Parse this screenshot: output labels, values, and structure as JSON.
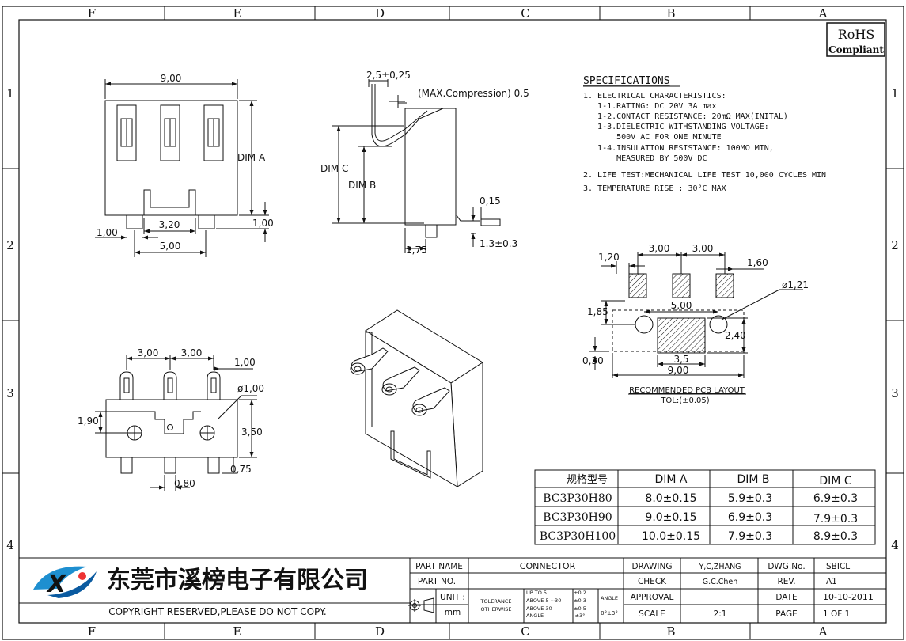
{
  "border": {
    "columns": [
      "F",
      "E",
      "D",
      "C",
      "B",
      "A"
    ],
    "rows": [
      "1",
      "2",
      "3",
      "4"
    ]
  },
  "rohs": {
    "line1": "RoHS",
    "line2": "Compliant"
  },
  "front_view": {
    "width": "9,00",
    "dim_a": "DIM A",
    "pin_gap": "3,20",
    "foot_left": "1,00",
    "foot_right": "1,00",
    "pitch_total": "5,00"
  },
  "side_view": {
    "top_dim": "2,5±0,25",
    "compression": "(MAX.Compression) 0.5",
    "dim_c": "DIM C",
    "dim_b": "DIM B",
    "flatness": "0,15",
    "tail_len": "1.3±0.3",
    "base_len": "1,75"
  },
  "bottom_view": {
    "pitch1": "3,00",
    "pitch2": "3,00",
    "pin_w": "1,00",
    "hole_dia": "ø1,00",
    "height_left": "1,90",
    "height_right": "3,50",
    "peg_len": "0,75",
    "peg_w": "0,80"
  },
  "specifications": {
    "title": "SPECIFICATIONS",
    "lines": [
      "1. ELECTRICAL CHARACTERISTICS:",
      "   1-1.RATING: DC 20V 3A max",
      "   1-2.CONTACT RESISTANCE: 20mΩ MAX(INITAL)",
      "   1-3.DIELECTRIC WITHSTANDING VOLTAGE:",
      "       500V AC FOR ONE MINUTE",
      "   1-4.INSULATION RESISTANCE: 100MΩ MIN,",
      "       MEASURED BY 500V DC",
      "2. LIFE TEST:MECHANICAL LIFE TEST 10,000 CYCLES MIN",
      "3. TEMPERATURE RISE : 30°C MAX"
    ]
  },
  "pcb_layout": {
    "d1": "1,20",
    "d2": "3,00",
    "d3": "3,00",
    "d4": "1,60",
    "d5": "ø1,21",
    "d6": "5,00",
    "d7": "1,85",
    "d8": "2,40",
    "d9": "3,5",
    "d10": "0,30",
    "d11": "9,00",
    "title": "RECOMMENDED PCB LAYOUT",
    "tol": "TOL:(±0.05)"
  },
  "dim_table": {
    "headers": [
      "规格型号",
      "DIM A",
      "DIM B",
      "DIM C"
    ],
    "rows": [
      [
        "BC3P30H80",
        "8.0±0.15",
        "5.9±0.3",
        "6.9±0.3"
      ],
      [
        "BC3P30H90",
        "9.0±0.15",
        "6.9±0.3",
        "7.9±0.3"
      ],
      [
        "BC3P30H100",
        "10.0±0.15",
        "7.9±0.3",
        "8.9±0.3"
      ]
    ]
  },
  "title_block": {
    "company": "东莞市溪榜电子有限公司",
    "copyright": "COPYRIGHT RESERVED,PLEASE DO NOT COPY.",
    "part_name_label": "PART NAME",
    "part_name": "CONNECTOR",
    "part_no_label": "PART NO.",
    "part_no": "",
    "unit_label": "UNIT :",
    "unit": "mm",
    "tolerance_label": "TOLERANCE",
    "otherwise_label": "OTHERWISE",
    "tol_rows": [
      [
        "UP TO 5",
        "±0.2"
      ],
      [
        "ABOVE 5 ~30",
        "±0.3"
      ],
      [
        "ABOVE 30",
        "±0.5"
      ],
      [
        "ANGLE",
        "±3°"
      ]
    ],
    "angle_label": "ANGLE",
    "angle_val": "0°±3°",
    "drawing_label": "DRAWING",
    "drawing": "Y,C,ZHANG",
    "check_label": "CHECK",
    "check": "G.C.Chen",
    "approval_label": "APPROVAL",
    "approval": "",
    "scale_label": "SCALE",
    "scale": "2:1",
    "dwg_label": "DWG.No.",
    "dwg": "SBICL",
    "rev_label": "REV.",
    "rev": "A1",
    "date_label": "DATE",
    "date": "10-10-2011",
    "page_label": "PAGE",
    "page": "1 OF 1"
  }
}
